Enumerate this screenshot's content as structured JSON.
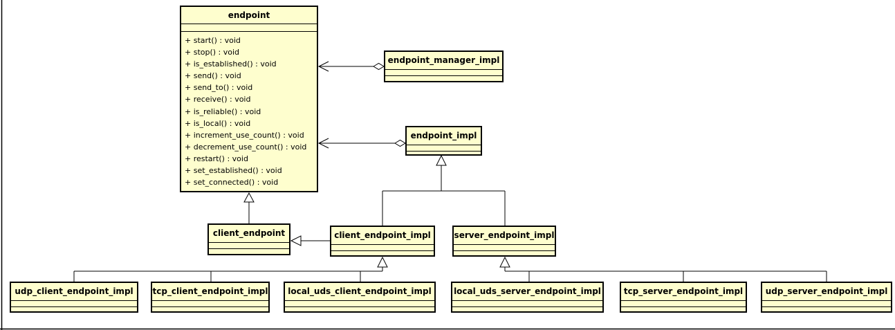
{
  "diagram": {
    "kind": "uml-class-diagram",
    "background_color": "#ffffff",
    "box_fill_color": "#FEFECE",
    "box_border_color": "#000000",
    "line_color": "#000000"
  },
  "classes": {
    "endpoint": {
      "name": "endpoint",
      "methods": [
        "+ start() : void",
        "+ stop() : void",
        "+ is_established() : void",
        "+ send() : void",
        "+ send_to() : void",
        "+ receive() : void",
        "+ is_reliable() : void",
        "+ is_local() : void",
        "+ increment_use_count() : void",
        "+ decrement_use_count() : void",
        "+ restart() : void",
        "+ set_established() : void",
        "+ set_connected() : void"
      ]
    },
    "endpoint_manager_impl": {
      "name": "endpoint_manager_impl"
    },
    "endpoint_impl": {
      "name": "endpoint_impl"
    },
    "client_endpoint": {
      "name": "client_endpoint"
    },
    "client_endpoint_impl": {
      "name": "client_endpoint_impl"
    },
    "server_endpoint_impl": {
      "name": "server_endpoint_impl"
    },
    "udp_client_endpoint_impl": {
      "name": "udp_client_endpoint_impl"
    },
    "tcp_client_endpoint_impl": {
      "name": "tcp_client_endpoint_impl"
    },
    "local_uds_client_endpoint_impl": {
      "name": "local_uds_client_endpoint_impl"
    },
    "local_uds_server_endpoint_impl": {
      "name": "local_uds_server_endpoint_impl"
    },
    "tcp_server_endpoint_impl": {
      "name": "tcp_server_endpoint_impl"
    },
    "udp_server_endpoint_impl": {
      "name": "udp_server_endpoint_impl"
    }
  },
  "relationships": [
    {
      "from": "endpoint_manager_impl",
      "to": "endpoint",
      "type": "aggregation",
      "ends": "open diamond at endpoint_manager_impl, open arrowhead at endpoint"
    },
    {
      "from": "endpoint_impl",
      "to": "endpoint",
      "type": "aggregation",
      "ends": "open diamond at endpoint_impl, open arrowhead at endpoint"
    },
    {
      "from": "client_endpoint",
      "to": "endpoint",
      "type": "generalization"
    },
    {
      "from": "client_endpoint_impl",
      "to": "client_endpoint",
      "type": "generalization"
    },
    {
      "from": "client_endpoint_impl",
      "to": "endpoint_impl",
      "type": "generalization"
    },
    {
      "from": "server_endpoint_impl",
      "to": "endpoint_impl",
      "type": "generalization"
    },
    {
      "from": "udp_client_endpoint_impl",
      "to": "client_endpoint_impl",
      "type": "generalization"
    },
    {
      "from": "tcp_client_endpoint_impl",
      "to": "client_endpoint_impl",
      "type": "generalization"
    },
    {
      "from": "local_uds_client_endpoint_impl",
      "to": "client_endpoint_impl",
      "type": "generalization"
    },
    {
      "from": "local_uds_server_endpoint_impl",
      "to": "server_endpoint_impl",
      "type": "generalization"
    },
    {
      "from": "tcp_server_endpoint_impl",
      "to": "server_endpoint_impl",
      "type": "generalization"
    },
    {
      "from": "udp_server_endpoint_impl",
      "to": "server_endpoint_impl",
      "type": "generalization"
    }
  ]
}
